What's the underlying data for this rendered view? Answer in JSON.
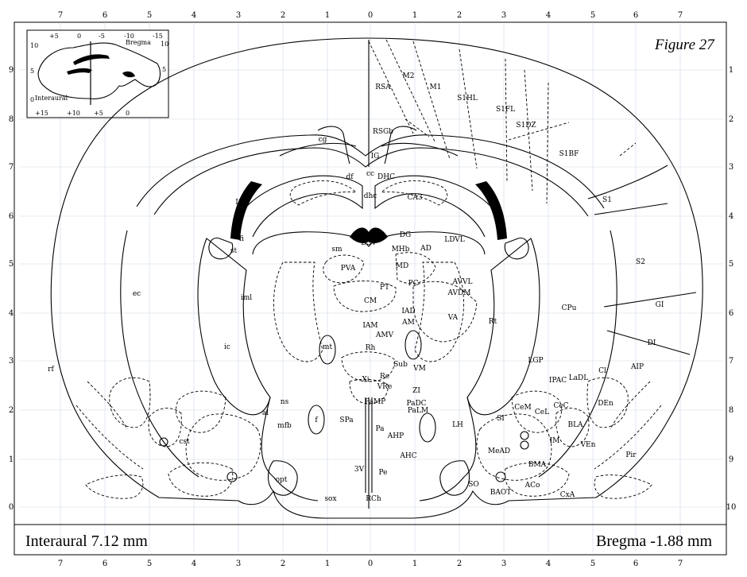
{
  "figure": {
    "title": "Figure 27",
    "interaural": "Interaural 7.12 mm",
    "bregma": "Bregma -1.88 mm"
  },
  "scales": {
    "top": [
      "7",
      "6",
      "5",
      "4",
      "3",
      "2",
      "1",
      "0",
      "1",
      "2",
      "3",
      "4",
      "5",
      "6",
      "7"
    ],
    "bottom": [
      "7",
      "6",
      "5",
      "4",
      "3",
      "2",
      "1",
      "0",
      "1",
      "2",
      "3",
      "4",
      "5",
      "6",
      "7"
    ],
    "left": [
      "9",
      "8",
      "7",
      "6",
      "5",
      "4",
      "3",
      "2",
      "1",
      "0"
    ],
    "right": [
      "1",
      "2",
      "3",
      "4",
      "5",
      "6",
      "7",
      "8",
      "9",
      "10"
    ]
  },
  "inset": {
    "top_ticks": [
      "+5",
      "0",
      "-5",
      "-10",
      "-15"
    ],
    "bottom_ticks": [
      "+15",
      "+10",
      "+5",
      "0"
    ],
    "left_ticks": [
      "10",
      "5",
      "0"
    ],
    "right_ticks": [
      "10",
      "5"
    ],
    "bregma_label": "Bregma",
    "interaural_label": "Interaural"
  },
  "regions": [
    {
      "id": "RSA",
      "t": "RSA"
    },
    {
      "id": "M2",
      "t": "M2"
    },
    {
      "id": "M1",
      "t": "M1"
    },
    {
      "id": "S1HL",
      "t": "S1HL"
    },
    {
      "id": "S1FL",
      "t": "S1FL"
    },
    {
      "id": "S1DZ",
      "t": "S1DZ"
    },
    {
      "id": "S1BF",
      "t": "S1BF"
    },
    {
      "id": "RSGb",
      "t": "RSGb"
    },
    {
      "id": "cg",
      "t": "cg"
    },
    {
      "id": "IG",
      "t": "IG"
    },
    {
      "id": "cc",
      "t": "cc"
    },
    {
      "id": "df",
      "t": "df"
    },
    {
      "id": "DHC",
      "t": "DHC"
    },
    {
      "id": "dhc",
      "t": "dhc"
    },
    {
      "id": "CA3",
      "t": "CA3"
    },
    {
      "id": "LV",
      "t": "LV"
    },
    {
      "id": "S1",
      "t": "S1"
    },
    {
      "id": "S2",
      "t": "S2"
    },
    {
      "id": "fi",
      "t": "fi"
    },
    {
      "id": "st",
      "t": "st"
    },
    {
      "id": "sm",
      "t": "sm"
    },
    {
      "id": "D3V",
      "t": "D3V"
    },
    {
      "id": "MHb",
      "t": "MHb"
    },
    {
      "id": "DG",
      "t": "DG"
    },
    {
      "id": "AD",
      "t": "AD"
    },
    {
      "id": "LDVL",
      "t": "LDVL"
    },
    {
      "id": "PVA",
      "t": "PVA"
    },
    {
      "id": "MD",
      "t": "MD"
    },
    {
      "id": "PT",
      "t": "PT"
    },
    {
      "id": "PC",
      "t": "PC"
    },
    {
      "id": "AVVL",
      "t": "AVVL"
    },
    {
      "id": "AVDM",
      "t": "AVDM"
    },
    {
      "id": "CM",
      "t": "CM"
    },
    {
      "id": "ec",
      "t": "ec"
    },
    {
      "id": "iml",
      "t": "iml"
    },
    {
      "id": "CPu",
      "t": "CPu"
    },
    {
      "id": "GI",
      "t": "GI"
    },
    {
      "id": "IAD",
      "t": "IAD"
    },
    {
      "id": "AM",
      "t": "AM"
    },
    {
      "id": "VA",
      "t": "VA"
    },
    {
      "id": "Rt",
      "t": "Rt"
    },
    {
      "id": "IAM",
      "t": "IAM"
    },
    {
      "id": "AMV",
      "t": "AMV"
    },
    {
      "id": "DI",
      "t": "DI"
    },
    {
      "id": "ic",
      "t": "ic"
    },
    {
      "id": "mt",
      "t": "mt"
    },
    {
      "id": "Rh",
      "t": "Rh"
    },
    {
      "id": "rf",
      "t": "rf"
    },
    {
      "id": "LGP",
      "t": "LGP"
    },
    {
      "id": "AIP",
      "t": "AIP"
    },
    {
      "id": "Sub",
      "t": "Sub"
    },
    {
      "id": "VM",
      "t": "VM"
    },
    {
      "id": "Xi",
      "t": "Xi"
    },
    {
      "id": "Re",
      "t": "Re"
    },
    {
      "id": "VRe",
      "t": "VRe"
    },
    {
      "id": "ZI",
      "t": "ZI"
    },
    {
      "id": "IPAC",
      "t": "IPAC"
    },
    {
      "id": "LaDL",
      "t": "LaDL"
    },
    {
      "id": "Cl",
      "t": "Cl"
    },
    {
      "id": "ns",
      "t": "ns"
    },
    {
      "id": "PaMP",
      "t": "PaMP"
    },
    {
      "id": "PaDC",
      "t": "PaDC"
    },
    {
      "id": "PaLM",
      "t": "PaLM"
    },
    {
      "id": "CeM",
      "t": "CeM"
    },
    {
      "id": "CeL",
      "t": "CeL"
    },
    {
      "id": "CeC",
      "t": "CeC"
    },
    {
      "id": "DEn",
      "t": "DEn"
    },
    {
      "id": "al",
      "t": "al"
    },
    {
      "id": "f",
      "t": "f"
    },
    {
      "id": "SPa",
      "t": "SPa"
    },
    {
      "id": "mfb",
      "t": "mfb"
    },
    {
      "id": "Pa",
      "t": "Pa"
    },
    {
      "id": "LH",
      "t": "LH"
    },
    {
      "id": "SI",
      "t": "SI"
    },
    {
      "id": "BLA",
      "t": "BLA"
    },
    {
      "id": "cst",
      "t": "cst"
    },
    {
      "id": "AHP",
      "t": "AHP"
    },
    {
      "id": "IM",
      "t": "IM"
    },
    {
      "id": "VEn",
      "t": "VEn"
    },
    {
      "id": "AHC",
      "t": "AHC"
    },
    {
      "id": "MeAD",
      "t": "MeAD"
    },
    {
      "id": "Pir",
      "t": "Pir"
    },
    {
      "id": "BMA",
      "t": "BMA"
    },
    {
      "id": "3V",
      "t": "3V"
    },
    {
      "id": "Pe",
      "t": "Pe"
    },
    {
      "id": "opt",
      "t": "opt"
    },
    {
      "id": "SO",
      "t": "SO"
    },
    {
      "id": "ACo",
      "t": "ACo"
    },
    {
      "id": "BAOT",
      "t": "BAOT"
    },
    {
      "id": "CxA",
      "t": "CxA"
    },
    {
      "id": "sox",
      "t": "sox"
    },
    {
      "id": "RCh",
      "t": "RCh"
    }
  ]
}
